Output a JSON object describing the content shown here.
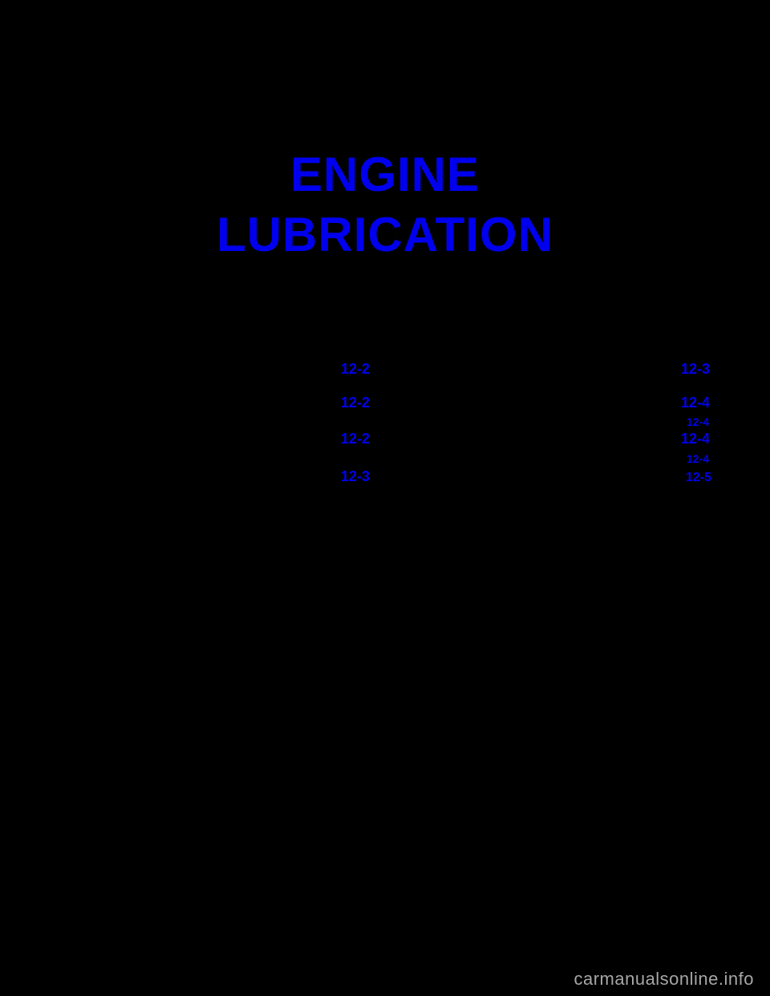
{
  "page": {
    "background_color": "#000000",
    "accent_color": "#0000ee",
    "watermark_color": "#a6a6a6"
  },
  "title": {
    "line1": "ENGINE",
    "line2": "LUBRICATION"
  },
  "toc": {
    "left": [
      "12-2",
      "12-2",
      "12-2",
      "12-3"
    ],
    "right": [
      "12-3",
      "12-4",
      "12-4",
      "12-4",
      "12-4",
      "12-5"
    ]
  },
  "watermark": {
    "text": "carmanualsonline.info"
  }
}
